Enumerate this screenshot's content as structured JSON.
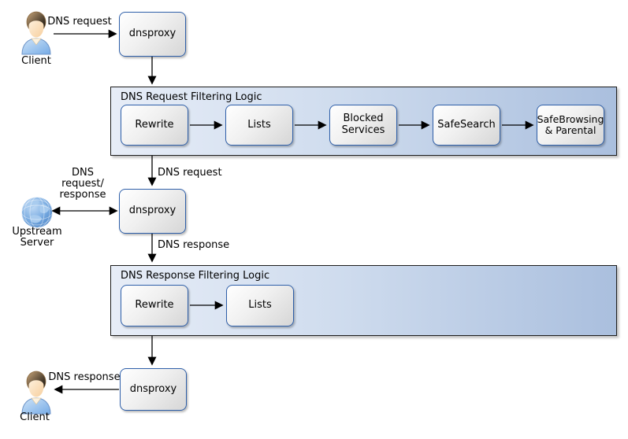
{
  "diagram": {
    "nodes": {
      "client_top_label": "Client",
      "client_bottom_label": "Client",
      "upstream_label": "Upstream Server",
      "dnsproxy_1": "dnsproxy",
      "dnsproxy_2": "dnsproxy",
      "dnsproxy_3": "dnsproxy"
    },
    "request_container": {
      "title": "DNS Request Filtering Logic",
      "boxes": [
        "Rewrite",
        "Lists",
        "Blocked Services",
        "SafeSearch",
        "SafeBrowsing & Parental"
      ]
    },
    "response_container": {
      "title": "DNS Response Filtering Logic",
      "boxes": [
        "Rewrite",
        "Lists"
      ]
    },
    "edge_labels": {
      "client_to_proxy": "DNS request",
      "container1_to_proxy": "DNS request",
      "upstream_lines": [
        "DNS",
        "request/",
        "response"
      ],
      "proxy_to_container2": "DNS response",
      "proxy_to_client": "DNS response"
    },
    "colors": {
      "node_border": "#2e5fa9",
      "container_fill_light": "#e7edf7",
      "container_fill_dark": "#aabfde",
      "arrow": "#000000"
    }
  }
}
